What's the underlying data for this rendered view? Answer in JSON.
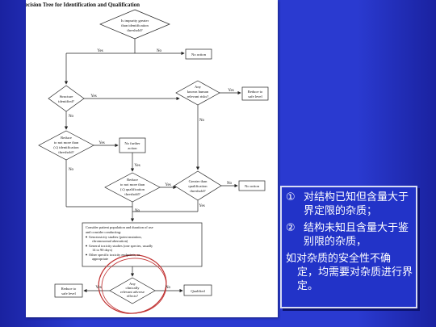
{
  "slide": {
    "colors": {
      "background": "#2a3ad0",
      "note_bg": "#2233c8",
      "circle": "#c03030"
    }
  },
  "diagram": {
    "title": "Decision Tree for Identification and Qualification",
    "nodes": {
      "d1": [
        "Is impurity greater",
        "than identification",
        "threshold?"
      ],
      "no_action_1": "No action",
      "d_structure": [
        "Structure",
        "identified?"
      ],
      "d_known": [
        "Any",
        "known human",
        "relevant risks?"
      ],
      "reduce_top": [
        "Reduce to",
        "safe level"
      ],
      "d_reduce_ident": [
        "Reduce",
        "to not more than",
        "(≤) identification",
        "threshold?"
      ],
      "no_further": [
        "No further",
        "action"
      ],
      "d_reduce_qual": [
        "Reduce",
        "to not more than",
        "(≤) qualification",
        "threshold?"
      ],
      "d_greater_qual": [
        "Greater than",
        "qualification",
        "threshold?"
      ],
      "no_action_2": "No action",
      "box_text": [
        "Consider patient population and duration of use",
        "and consider conducting:",
        "Genotoxicity studies (point mutation,",
        "chromosomal aberration)",
        "General toxicity studies (one species, usually",
        "14 to 90 days)",
        "Other specific toxicity endpoints, as",
        "appropriate"
      ],
      "reduce_bottom": [
        "Reduce to",
        "safe level"
      ],
      "d_adverse": [
        "Any",
        "clinically",
        "relevant adverse",
        "effects?"
      ],
      "qualified": "Qualified"
    },
    "labels": {
      "yes": "Yes",
      "no": "No"
    }
  },
  "notes": {
    "item1_num": "①",
    "item1_text": "对结构已知但含量大于界定限的杂质；",
    "item2_num": "②",
    "item2_text": "结构未知且含量大于鉴别限的杂质，",
    "para_first": "如对杂质的安全性不确",
    "para_rest": "定，均需要对杂质进行界定。"
  }
}
